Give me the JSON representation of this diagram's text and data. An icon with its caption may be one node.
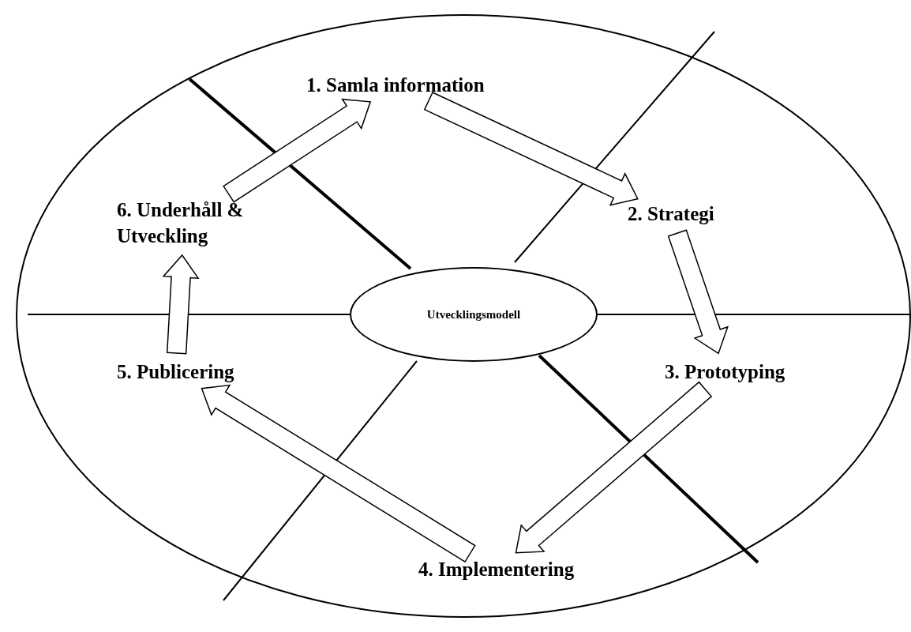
{
  "diagram": {
    "nodes": [
      {
        "text": [
          "Utvecklingsmodell"
        ]
      },
      {
        "text": [
          "1. Samla information"
        ]
      },
      {
        "text": [
          "2. Strategi"
        ]
      },
      {
        "text": [
          "3. Prototyping"
        ]
      },
      {
        "text": [
          "4. Implementering"
        ]
      },
      {
        "text": [
          "5. Publicering"
        ]
      },
      {
        "text": [
          "6. Underhåll & Utveckling"
        ]
      }
    ],
    "edges": [
      {
        "from": 6,
        "to": 1,
        "arrow": "to"
      },
      {
        "from": 1,
        "to": 2,
        "arrow": "to"
      },
      {
        "from": 2,
        "to": 3,
        "arrow": "to"
      },
      {
        "from": 3,
        "to": 4,
        "arrow": "to"
      },
      {
        "from": 4,
        "to": 5,
        "arrow": "to"
      },
      {
        "from": 5,
        "to": 6,
        "arrow": "to"
      }
    ]
  }
}
